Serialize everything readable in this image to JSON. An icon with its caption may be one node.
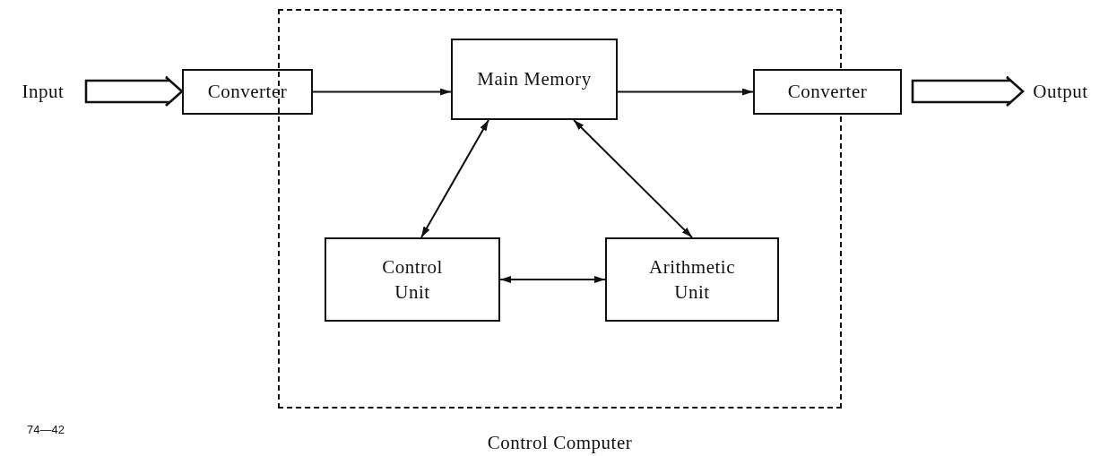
{
  "diagram": {
    "nodes": [
      {
        "text": [
          "Input"
        ]
      },
      {
        "text": [
          "Converter"
        ]
      },
      {
        "text": [
          "Control Computer"
        ]
      },
      {
        "text": [
          "Main Memory"
        ],
        "in": 2
      },
      {
        "text": [
          "Converter"
        ]
      },
      {
        "text": [
          "Output"
        ]
      },
      {
        "text": [
          "Control Unit"
        ],
        "in": 2
      },
      {
        "text": [
          "Arithmetic Unit"
        ],
        "in": 2
      }
    ],
    "edges": [
      {
        "from": 0,
        "to": 1,
        "arrow": "to",
        "style": "thick"
      },
      {
        "from": 1,
        "to": 3,
        "arrow": "to"
      },
      {
        "from": 3,
        "to": 4,
        "arrow": "to"
      },
      {
        "from": 4,
        "to": 5,
        "arrow": "to",
        "style": "thick"
      },
      {
        "from": 3,
        "to": 6,
        "arrow": "both"
      },
      {
        "from": 3,
        "to": 7,
        "arrow": "both"
      },
      {
        "from": 6,
        "to": 7,
        "arrow": "both"
      }
    ],
    "labels": [
      "74—42"
    ]
  }
}
